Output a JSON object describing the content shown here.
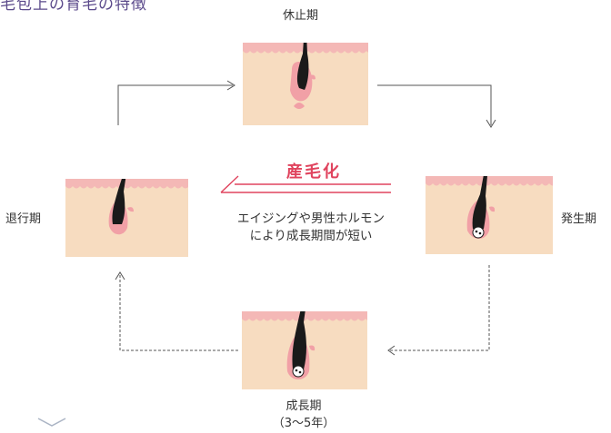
{
  "header": {
    "fragment": "毛包上の育毛の特徴"
  },
  "phases": {
    "resting": {
      "label": "休止期"
    },
    "anagen_start": {
      "label": "発生期"
    },
    "growth": {
      "label": "成長期",
      "duration": "（3〜5年）"
    },
    "regression": {
      "label": "退行期"
    }
  },
  "center": {
    "title": "産毛化",
    "description_line1": "エイジングや男性ホルモン",
    "description_line2": "により成長期間が短い"
  },
  "colors": {
    "skin_top": "#f4b8b6",
    "skin_bg": "#f7dcc0",
    "hair": "#1a1a1a",
    "follicle": "#f1a0a6",
    "accent": "#e0445e",
    "arrow_line": "#555555"
  }
}
